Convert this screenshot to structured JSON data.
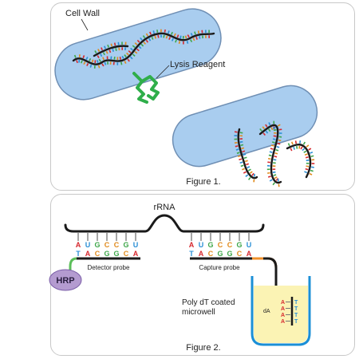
{
  "figure1": {
    "cell_wall_label": "Cell Wall",
    "lysis_label": "Lysis Reagent",
    "caption": "Figure 1."
  },
  "figure2": {
    "rrna_label": "rRNA",
    "detector_bases": [
      "A",
      "U",
      "G",
      "C",
      "C",
      "G",
      "U"
    ],
    "detector_complement": [
      "T",
      "A",
      "C",
      "G",
      "G",
      "C",
      "A"
    ],
    "capture_bases": [
      "A",
      "U",
      "G",
      "C",
      "C",
      "G",
      "U"
    ],
    "capture_complement": [
      "T",
      "A",
      "C",
      "G",
      "G",
      "C",
      "A"
    ],
    "detector_label": "Detector probe",
    "capture_label": "Capture probe",
    "hrp_label": "HRP",
    "microwell_label_line1": "Poly dT coated",
    "microwell_label_line2": "microwell",
    "da_label": "dA",
    "well_A": [
      "A",
      "A",
      "A",
      "A"
    ],
    "well_T": [
      "T",
      "T",
      "T",
      "T"
    ],
    "caption": "Figure 2."
  },
  "colors": {
    "cell": "#a9cdef",
    "cell_stroke": "#6f8fb4",
    "lysis": "#2fae4a",
    "base_A": "#d6282e",
    "base_U": "#2a8fd6",
    "base_G": "#3ea64a",
    "base_C": "#e08a1c",
    "detector_link": "#5cbf5a",
    "capture_link": "#f0902a",
    "hrp": "#b49bd0",
    "well_fill": "#fbf3b4"
  }
}
